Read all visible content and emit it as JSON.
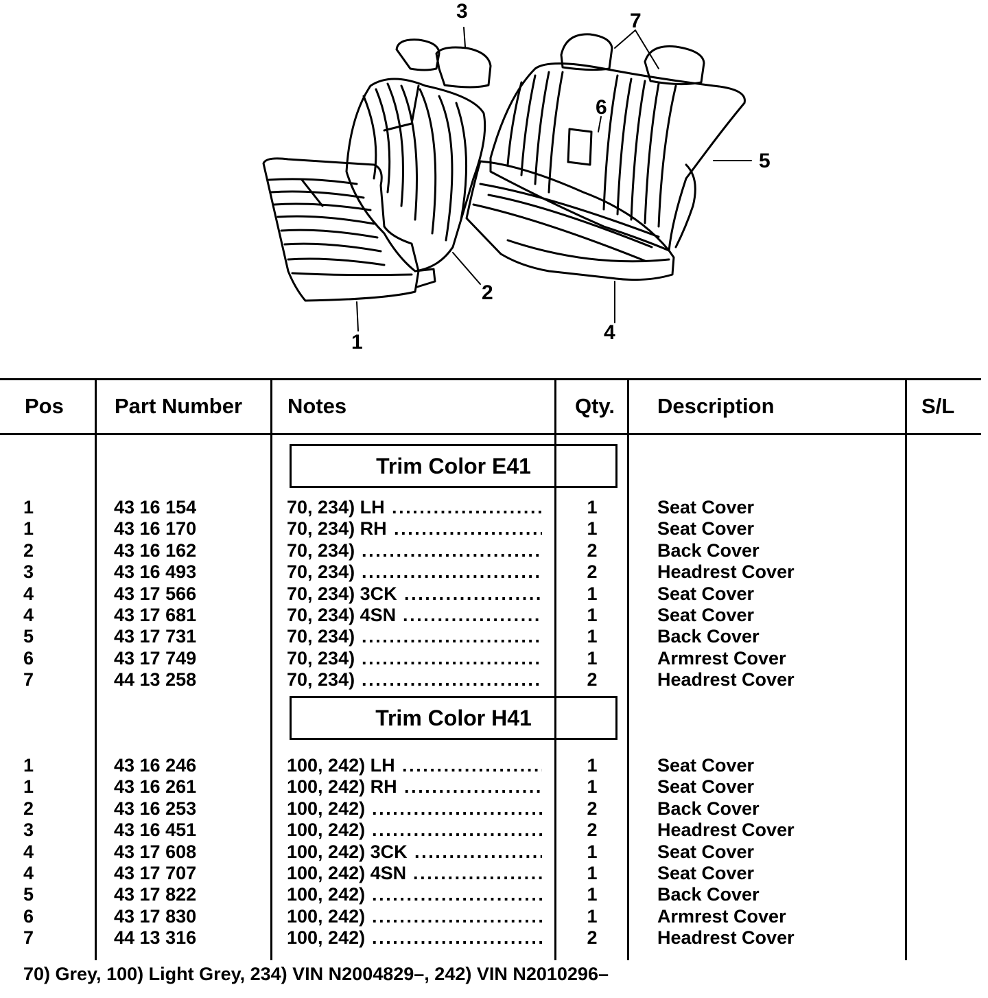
{
  "diagram": {
    "callouts": [
      "1",
      "2",
      "3",
      "4",
      "5",
      "6",
      "7"
    ]
  },
  "table": {
    "headers": {
      "pos": "Pos",
      "part_number": "Part Number",
      "notes": "Notes",
      "qty": "Qty.",
      "description": "Description",
      "sl": "S/L"
    },
    "sections": [
      {
        "title": "Trim Color E41",
        "rows": [
          {
            "pos": "1",
            "part": "43 16 154",
            "notes": "70, 234) LH",
            "qty": "1",
            "desc": "Seat Cover"
          },
          {
            "pos": "1",
            "part": "43 16 170",
            "notes": "70, 234) RH",
            "qty": "1",
            "desc": "Seat Cover"
          },
          {
            "pos": "2",
            "part": "43 16 162",
            "notes": "70, 234)",
            "qty": "2",
            "desc": "Back Cover"
          },
          {
            "pos": "3",
            "part": "43 16 493",
            "notes": "70, 234)",
            "qty": "2",
            "desc": "Headrest Cover"
          },
          {
            "pos": "4",
            "part": "43 17 566",
            "notes": "70, 234) 3CK",
            "qty": "1",
            "desc": "Seat Cover"
          },
          {
            "pos": "4",
            "part": "43 17 681",
            "notes": "70, 234) 4SN",
            "qty": "1",
            "desc": "Seat Cover"
          },
          {
            "pos": "5",
            "part": "43 17 731",
            "notes": "70, 234)",
            "qty": "1",
            "desc": "Back Cover"
          },
          {
            "pos": "6",
            "part": "43 17 749",
            "notes": "70, 234)",
            "qty": "1",
            "desc": "Armrest Cover"
          },
          {
            "pos": "7",
            "part": "44 13 258",
            "notes": "70, 234)",
            "qty": "2",
            "desc": "Headrest Cover"
          }
        ]
      },
      {
        "title": "Trim Color H41",
        "rows": [
          {
            "pos": "1",
            "part": "43 16 246",
            "notes": "100, 242) LH",
            "qty": "1",
            "desc": "Seat Cover"
          },
          {
            "pos": "1",
            "part": "43 16 261",
            "notes": "100, 242) RH",
            "qty": "1",
            "desc": "Seat Cover"
          },
          {
            "pos": "2",
            "part": "43 16 253",
            "notes": "100, 242)",
            "qty": "2",
            "desc": "Back Cover"
          },
          {
            "pos": "3",
            "part": "43 16 451",
            "notes": "100, 242)",
            "qty": "2",
            "desc": "Headrest Cover"
          },
          {
            "pos": "4",
            "part": "43 17 608",
            "notes": "100, 242) 3CK",
            "qty": "1",
            "desc": "Seat Cover"
          },
          {
            "pos": "4",
            "part": "43 17 707",
            "notes": "100, 242) 4SN",
            "qty": "1",
            "desc": "Seat Cover"
          },
          {
            "pos": "5",
            "part": "43 17 822",
            "notes": "100, 242)",
            "qty": "1",
            "desc": "Back Cover"
          },
          {
            "pos": "6",
            "part": "43 17 830",
            "notes": "100, 242)",
            "qty": "1",
            "desc": "Armrest Cover"
          },
          {
            "pos": "7",
            "part": "44 13 316",
            "notes": "100, 242)",
            "qty": "2",
            "desc": "Headrest Cover"
          }
        ]
      }
    ]
  },
  "footnote": "70) Grey, 100) Light Grey, 234) VIN N2004829–, 242) VIN N2010296–"
}
